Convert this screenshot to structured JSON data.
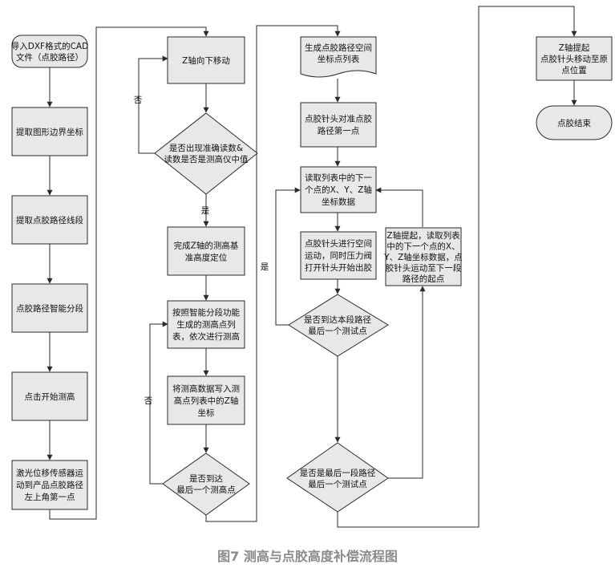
{
  "caption": "图7 测高与点胶高度补偿流程图",
  "nodes": {
    "import": {
      "lines": [
        "导入DXF格式的CAD",
        "文件（点胶路径）"
      ]
    },
    "boundary": {
      "lines": [
        "提取图形边界坐标"
      ]
    },
    "segments": {
      "lines": [
        "提取点胶路径线段"
      ]
    },
    "smartseg": {
      "lines": [
        "点胶路径智能分段"
      ]
    },
    "start": {
      "lines": [
        "点击开始测高"
      ]
    },
    "laser": {
      "lines": [
        "激光位移传感器运",
        "动到产品点胶路径",
        "左上角第一点"
      ]
    },
    "zdown": {
      "lines": [
        "Z轴向下移动"
      ]
    },
    "decision1": {
      "lines": [
        "是否出现准确读数&",
        "读数是否是测高仪中值"
      ]
    },
    "baseline": {
      "lines": [
        "完成Z轴的测高基",
        "准高度定位"
      ]
    },
    "measure": {
      "lines": [
        "按照智能分段功能",
        "生成的测高点列",
        "表，依次进行测高"
      ]
    },
    "writez": {
      "lines": [
        "将测高数据写入测",
        "高点列表中的Z轴",
        "坐标"
      ]
    },
    "decision2": {
      "lines": [
        "是否到达",
        "最后一个测高点"
      ]
    },
    "genlist": {
      "lines": [
        "生成点胶路径空间",
        "坐标点列表"
      ]
    },
    "align": {
      "lines": [
        "点胶针头对准点胶",
        "路径第一点"
      ]
    },
    "readnext": {
      "lines": [
        "读取列表中的下一",
        "个点的X、Y、Z轴",
        "坐标数据"
      ]
    },
    "move": {
      "lines": [
        "点胶针头进行空间",
        "运动，同时压力阀",
        "打开针头开始出胶"
      ]
    },
    "decision3": {
      "lines": [
        "是否到达本段路径",
        "最后一个测试点"
      ]
    },
    "zlift": {
      "lines": [
        "Z轴提起，读取列表",
        "中的下一个点的X、",
        "Y、Z轴坐标数据，点",
        "胶针头运动至下一段",
        "路径的起点"
      ]
    },
    "decision4": {
      "lines": [
        "是否是最后一段路径",
        "最后一个测试点"
      ]
    },
    "final": {
      "lines": [
        "Z轴提起",
        "点胶针头移动至原",
        "点位置"
      ]
    },
    "end": {
      "lines": [
        "点胶结束"
      ]
    }
  },
  "edge_labels": {
    "no1": "否",
    "yes1": "是",
    "no2": "否",
    "yes2": "是"
  }
}
